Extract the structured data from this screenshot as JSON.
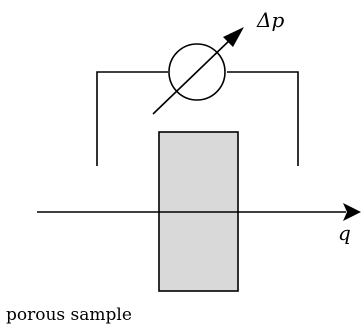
{
  "diagram": {
    "pressure_label": "Δp",
    "flow_label": "q",
    "sample_label": "porous sample",
    "colors": {
      "stroke": "#000000",
      "sample_fill": "#d9d9d9",
      "background": "#ffffff"
    },
    "icons": {
      "gauge": "pressure-gauge-circle-with-diagonal-arrow",
      "flow": "right-arrow"
    }
  }
}
